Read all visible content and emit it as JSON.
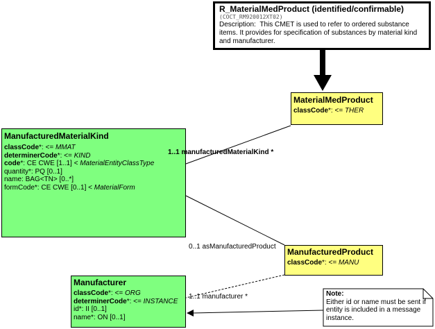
{
  "header": {
    "title": "R_MaterialMedProduct (identified/confirmable)",
    "subtitle": "(COCT_RM920012XT02)",
    "description_label": "Description:",
    "description": "This CMET is used to refer to ordered substance items. It provides for specification of substances by material kind and  manufacturer."
  },
  "material_med_product": {
    "title": "MaterialMedProduct",
    "class_code_name": "classCode",
    "class_code_op": "*: <= ",
    "class_code_value": "THER"
  },
  "manufactured_material_kind": {
    "title": "ManufacturedMaterialKind",
    "attrs": {
      "class_code": {
        "name": "classCode",
        "op": "*: <= ",
        "value": "MMAT"
      },
      "determiner_code": {
        "name": "determinerCode",
        "op": "*: <= ",
        "value": "KIND"
      },
      "code": {
        "name": "code",
        "op": "*: CE CWE [1..1] < ",
        "value": "MaterialEntityClassType"
      },
      "quantity": "quantity*: PQ [0..1]",
      "name": "name: BAG<TN> [0..*]",
      "form_code": {
        "name": "formCode*: CE CWE [0..1] < ",
        "value": "MaterialForm"
      }
    }
  },
  "manufactured_product": {
    "title": "ManufacturedProduct",
    "class_code_name": "classCode",
    "class_code_op": "*: <= ",
    "class_code_value": "MANU"
  },
  "manufacturer": {
    "title": "Manufacturer",
    "attrs": {
      "class_code": {
        "name": "classCode",
        "op": "*: <= ",
        "value": "ORG"
      },
      "determiner_code": {
        "name": "determinerCode",
        "op": "*: <= ",
        "value": "INSTANCE"
      },
      "id": "id*: II [0..1]",
      "name": "name*: ON [0..1]"
    }
  },
  "associations": {
    "manufactured_material_kind": "1..1 manufacturedMaterialKind  *",
    "as_manufactured_product": "0..1 asManufacturedProduct",
    "manufacturer": "1..1 manufacturer  *"
  },
  "note": {
    "title": "Note:",
    "text": "Either id or name must be sent if entity is included in a message instance."
  },
  "colors": {
    "green": "#7fff7f",
    "yellow": "#ffff80"
  }
}
